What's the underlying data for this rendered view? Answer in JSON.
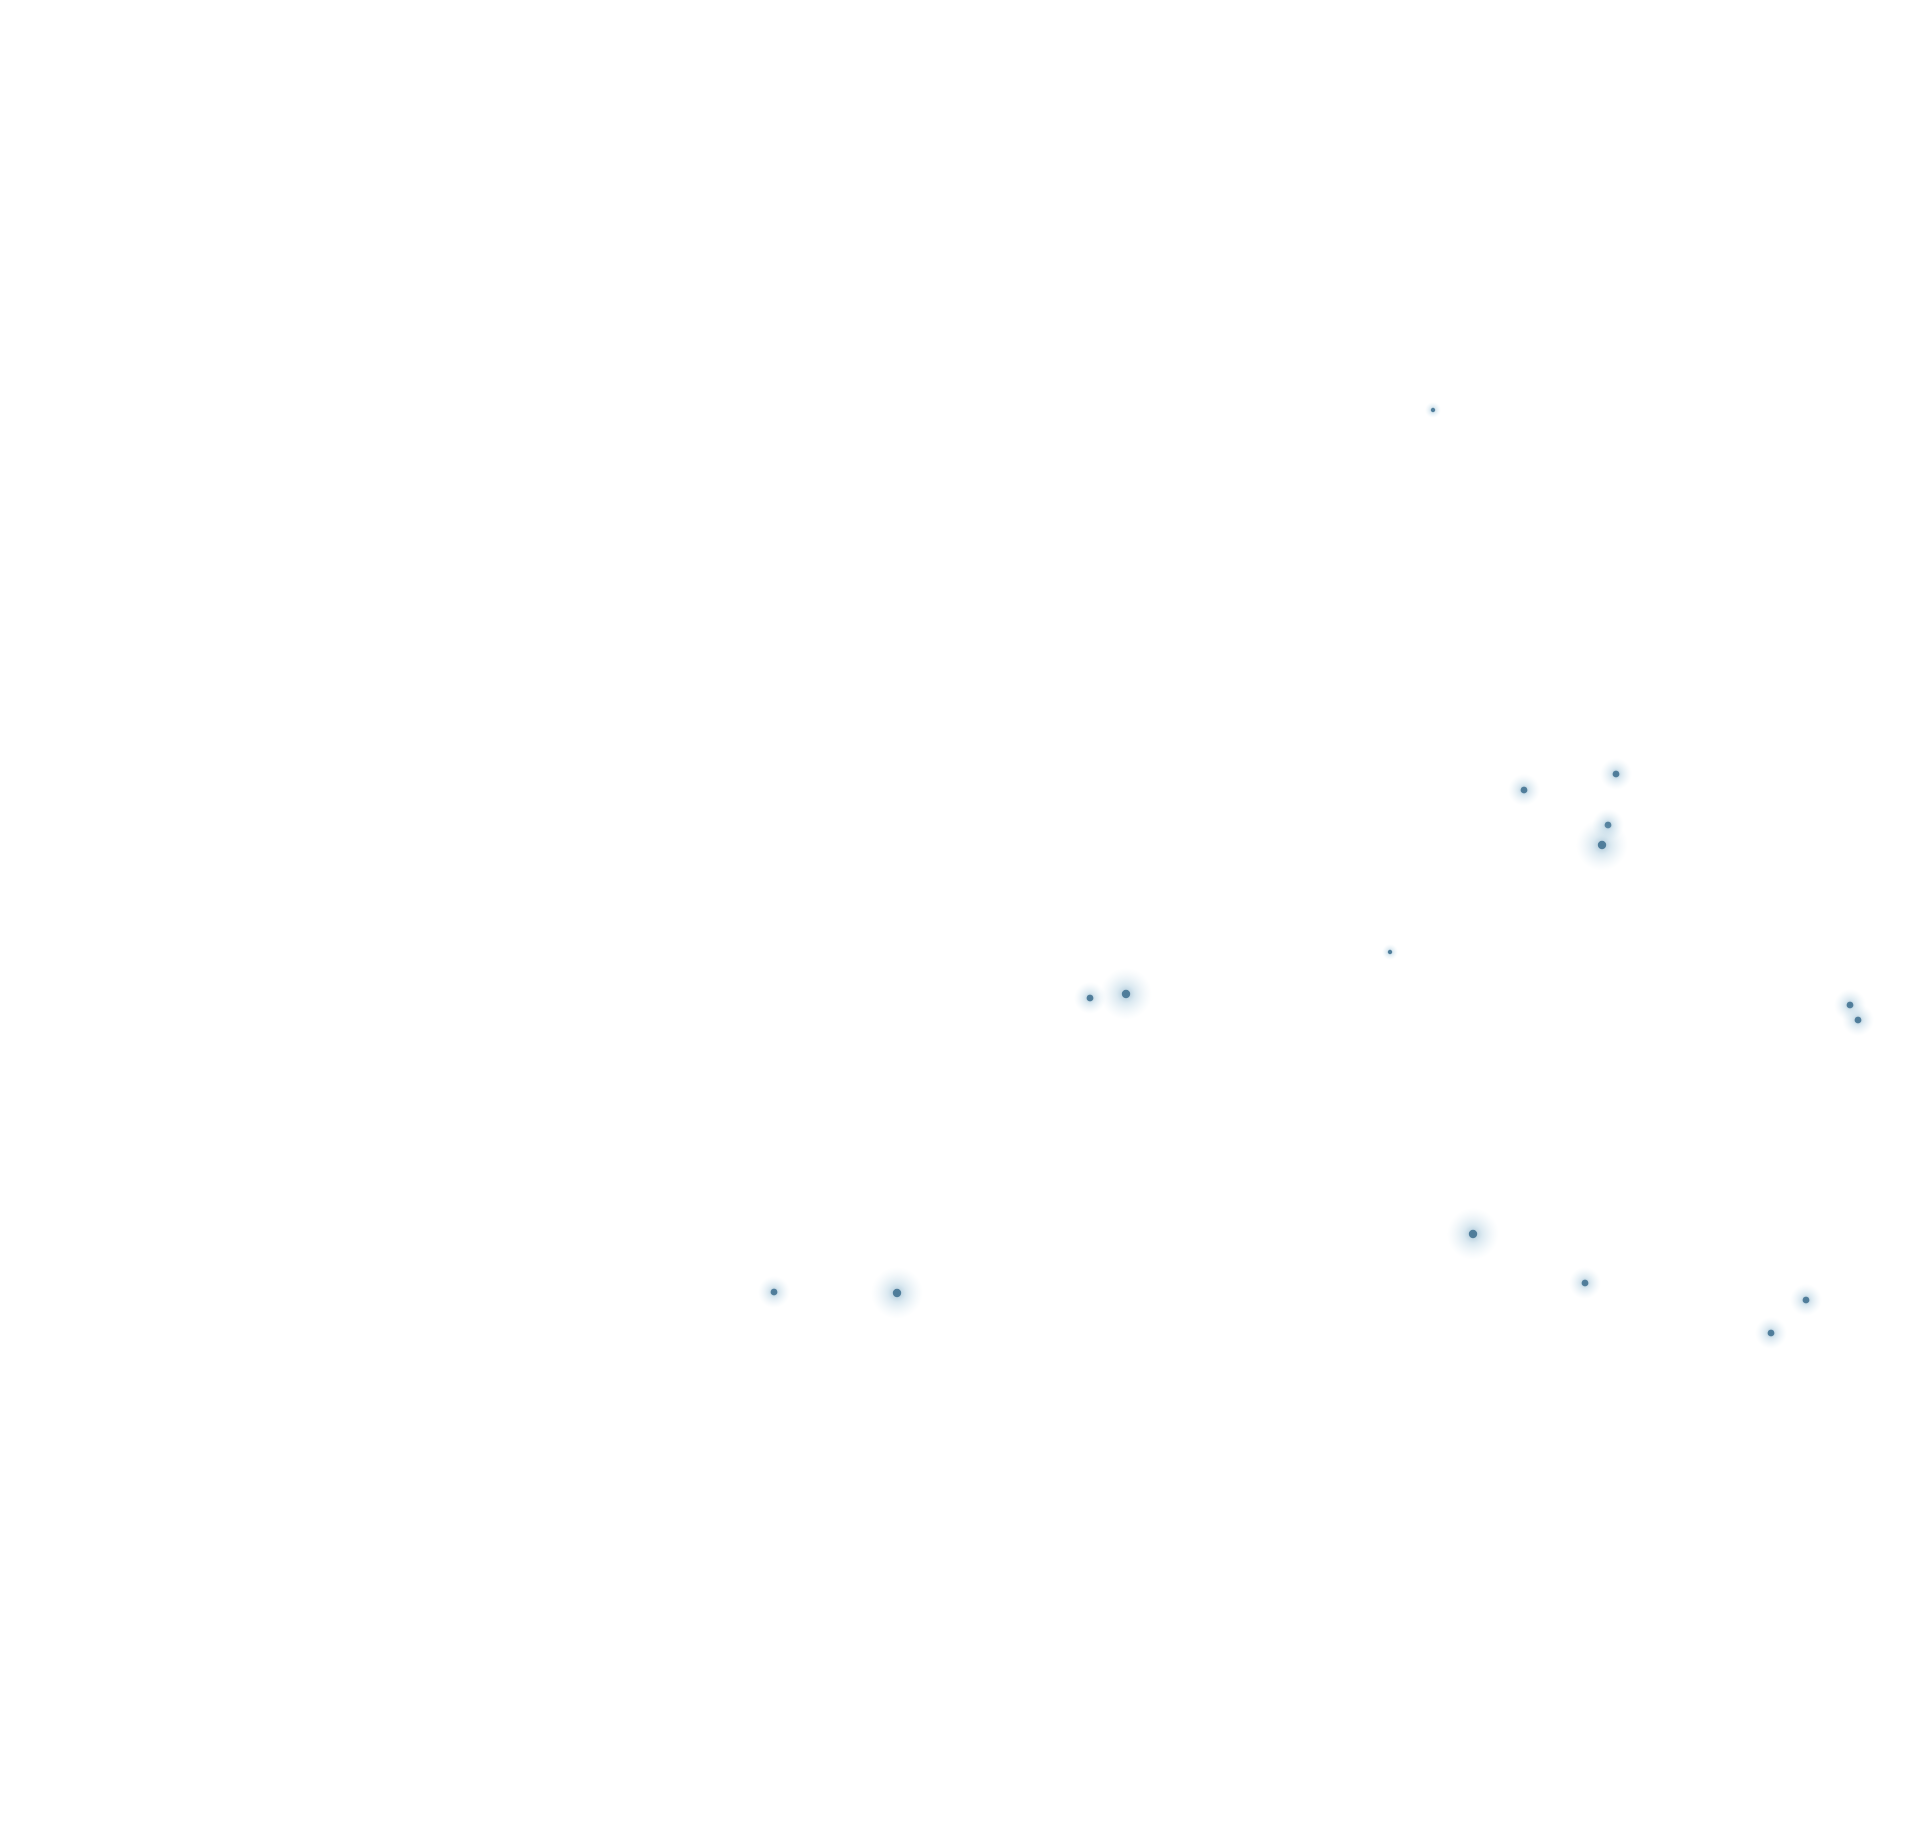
{
  "colors": {
    "background": "#ffffff",
    "star_core": "#3d6f8e",
    "star_glow": "#7fb0cc"
  },
  "stars": [
    {
      "id": "star-1",
      "intensity": "faint"
    },
    {
      "id": "star-2",
      "intensity": "medium"
    },
    {
      "id": "star-3",
      "intensity": "medium"
    },
    {
      "id": "star-4",
      "intensity": "medium"
    },
    {
      "id": "star-5",
      "intensity": "bright"
    },
    {
      "id": "star-6",
      "intensity": "faint"
    },
    {
      "id": "star-7",
      "intensity": "medium"
    },
    {
      "id": "star-8",
      "intensity": "bright"
    },
    {
      "id": "star-9",
      "intensity": "medium"
    },
    {
      "id": "star-10",
      "intensity": "medium"
    },
    {
      "id": "star-11",
      "intensity": "bright"
    },
    {
      "id": "star-12",
      "intensity": "medium"
    },
    {
      "id": "star-13",
      "intensity": "bright"
    },
    {
      "id": "star-14",
      "intensity": "medium"
    },
    {
      "id": "star-15",
      "intensity": "medium"
    },
    {
      "id": "star-16",
      "intensity": "medium"
    }
  ]
}
